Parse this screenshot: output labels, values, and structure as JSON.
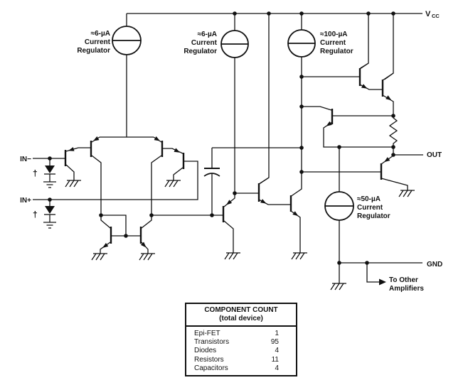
{
  "diagram": {
    "terminals": {
      "in_minus": "IN−",
      "in_plus": "IN+",
      "vcc": "V",
      "vcc_sub": "CC",
      "out": "OUT",
      "gnd": "GND"
    },
    "dagger": "†",
    "regulators": [
      {
        "line1": "≈6-µA",
        "line2": "Current",
        "line3": "Regulator"
      },
      {
        "line1": "≈6-µA",
        "line2": "Current",
        "line3": "Regulator"
      },
      {
        "line1": "≈100-µA",
        "line2": "Current",
        "line3": "Regulator"
      },
      {
        "line1": "≈50-µA",
        "line2": "Current",
        "line3": "Regulator"
      }
    ],
    "note": {
      "line1": "To Other",
      "line2": "Amplifiers"
    },
    "ink_color": "#111111"
  },
  "table": {
    "title": "COMPONENT COUNT",
    "subtitle": "(total device)",
    "rows": [
      {
        "label": "Epi-FET",
        "value": "1"
      },
      {
        "label": "Transistors",
        "value": "95"
      },
      {
        "label": "Diodes",
        "value": "4"
      },
      {
        "label": "Resistors",
        "value": "11"
      },
      {
        "label": "Capacitors",
        "value": "4"
      }
    ]
  }
}
